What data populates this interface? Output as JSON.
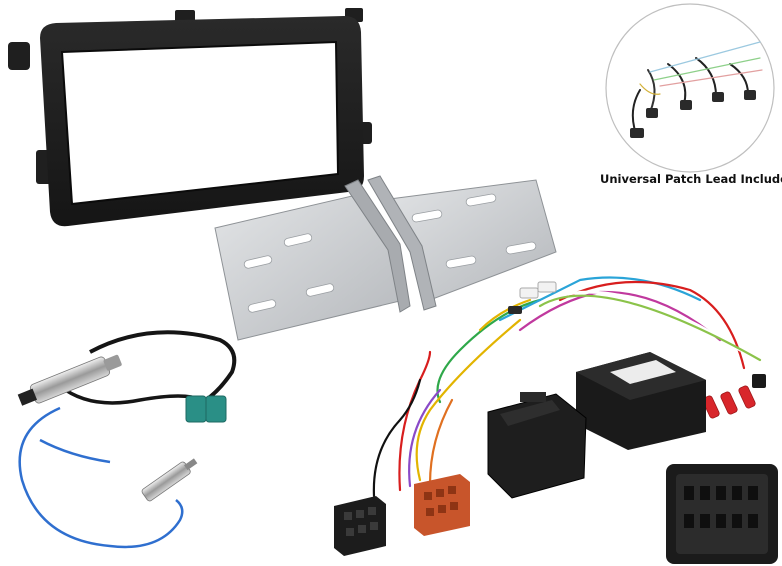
{
  "caption": "Universal Patch Lead Included",
  "colors": {
    "fascia": "#1e1e1e",
    "bracket": "#c9cbce",
    "antenna_cable": "#2f6fcf",
    "fakra_connector": "#2a8f86",
    "iso_connector": "#c8552b",
    "red_connector": "#d8262b",
    "interface_box": "#1a1a1a"
  },
  "items": [
    {
      "name": "double-din-fascia-panel"
    },
    {
      "name": "mounting-brackets"
    },
    {
      "name": "patch-lead-inset"
    },
    {
      "name": "antenna-adaptor"
    },
    {
      "name": "steering-wheel-interface-harness"
    },
    {
      "name": "vehicle-connector-closeup"
    }
  ]
}
